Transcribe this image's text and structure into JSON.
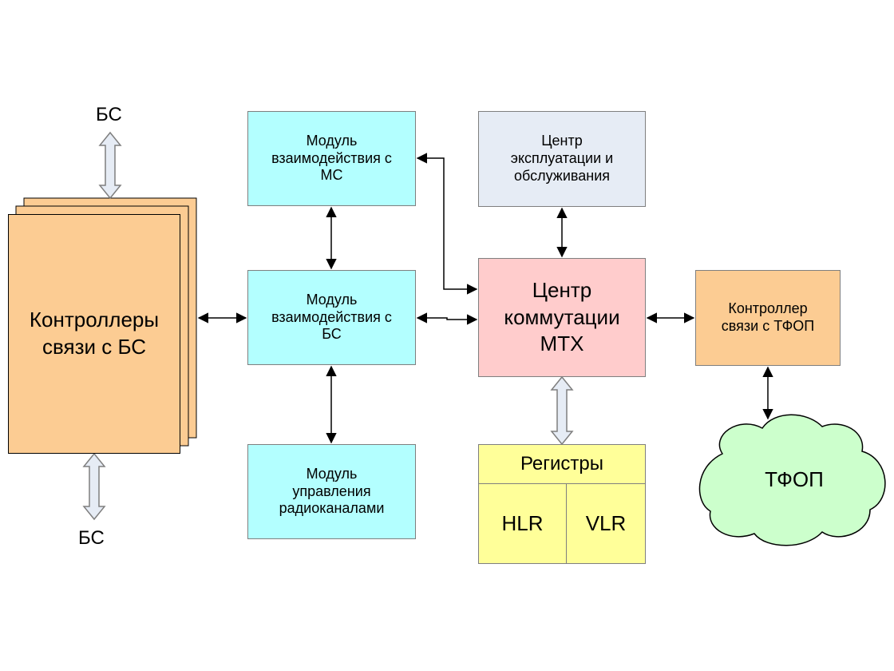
{
  "nodes": {
    "bsc": {
      "label": "Контроллеры\nсвязи с БС",
      "color": "#fccc93"
    },
    "ms_module": {
      "label": "Модуль\nвзаимодействия с\nМС",
      "color": "#b3ffff"
    },
    "bs_module": {
      "label": "Модуль\nвзаимодействия с\nБС",
      "color": "#b3ffff"
    },
    "radio_module": {
      "label": "Модуль\nуправления\nрадиоканалами",
      "color": "#b3ffff"
    },
    "oam": {
      "label": "Центр\nэксплуатации и\nобслуживания",
      "color": "#e6ecf5"
    },
    "msc": {
      "label": "Центр\nкоммутации\nМТХ",
      "color": "#ffcccc"
    },
    "pstn_controller": {
      "label": "Контроллер\nсвязи с ТФОП",
      "color": "#fccc93"
    },
    "registers": {
      "title": "Регистры",
      "hlr": "HLR",
      "vlr": "VLR",
      "color": "#ffff99"
    },
    "pstn": {
      "label": "ТФОП",
      "color": "#ccffcc"
    }
  },
  "external": {
    "bs_top": "БС",
    "bs_bottom": "БС"
  }
}
